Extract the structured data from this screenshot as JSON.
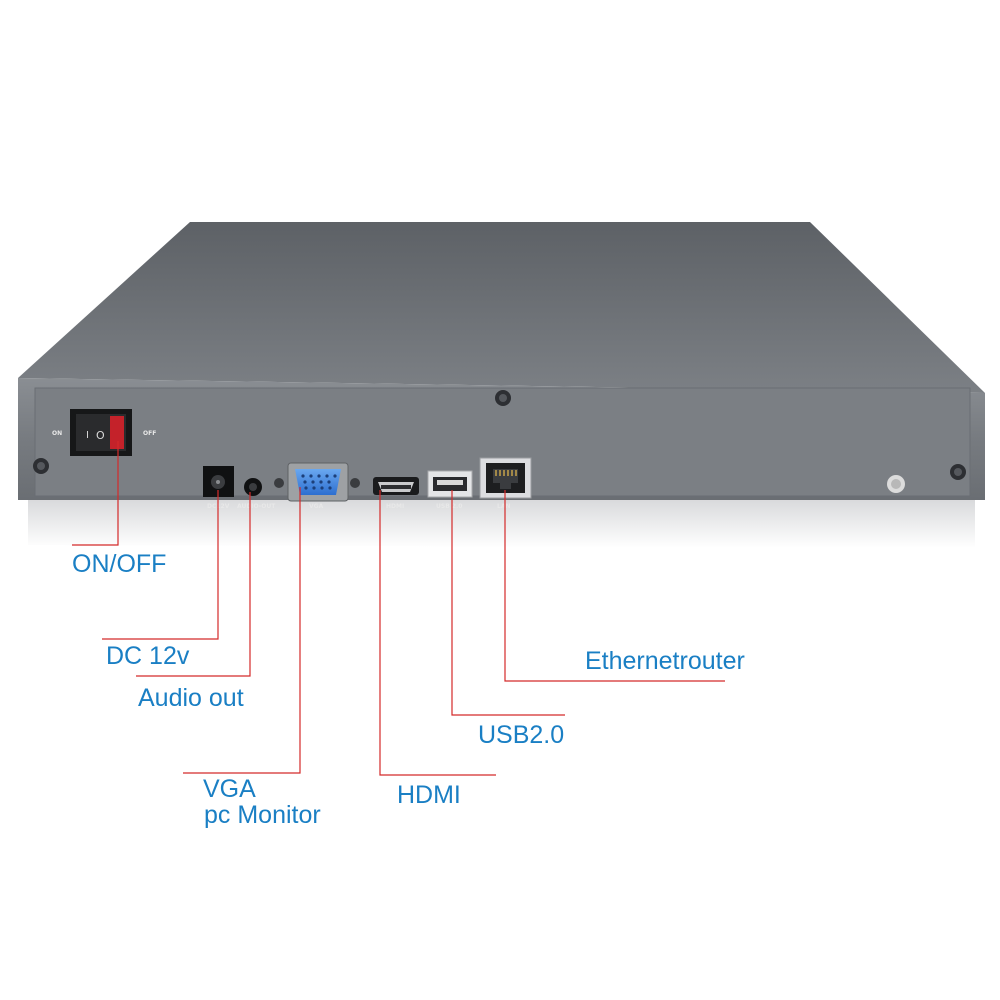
{
  "device": {
    "panel_labels": {
      "on": "ON",
      "off": "OFF",
      "dc": "DC12V",
      "audio": "AUDIO-OUT",
      "vga": "VGA",
      "hdmi": "HDMI",
      "usb": "USB 2.0",
      "lan": "LAN"
    },
    "switch_marks": {
      "one": "I",
      "zero": "O"
    }
  },
  "callouts": {
    "onoff": "ON/OFF",
    "dc": "DC 12v",
    "audio": "Audio out",
    "vga_line1": "VGA",
    "vga_line2": "pc Monitor",
    "hdmi": "HDMI",
    "usb": "USB2.0",
    "ethernet": "Ethernetrouter"
  },
  "colors": {
    "leader_line": "#d42a2a",
    "label_text": "#1a7fc4",
    "chassis": "#6b6f74"
  }
}
